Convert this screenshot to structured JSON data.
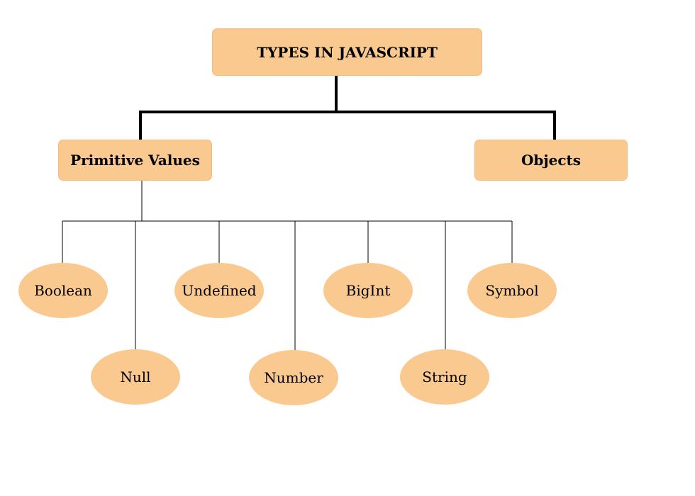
{
  "diagram": {
    "root": {
      "label": "TYPES IN JAVASCRIPT"
    },
    "categories": [
      {
        "label": "Primitive Values"
      },
      {
        "label": "Objects"
      }
    ],
    "primitives": [
      {
        "label": "Boolean"
      },
      {
        "label": "Null"
      },
      {
        "label": "Undefined"
      },
      {
        "label": "Number"
      },
      {
        "label": "BigInt"
      },
      {
        "label": "String"
      },
      {
        "label": "Symbol"
      }
    ],
    "colors": {
      "node_fill": "#f9c98f",
      "connector": "#000000"
    }
  }
}
